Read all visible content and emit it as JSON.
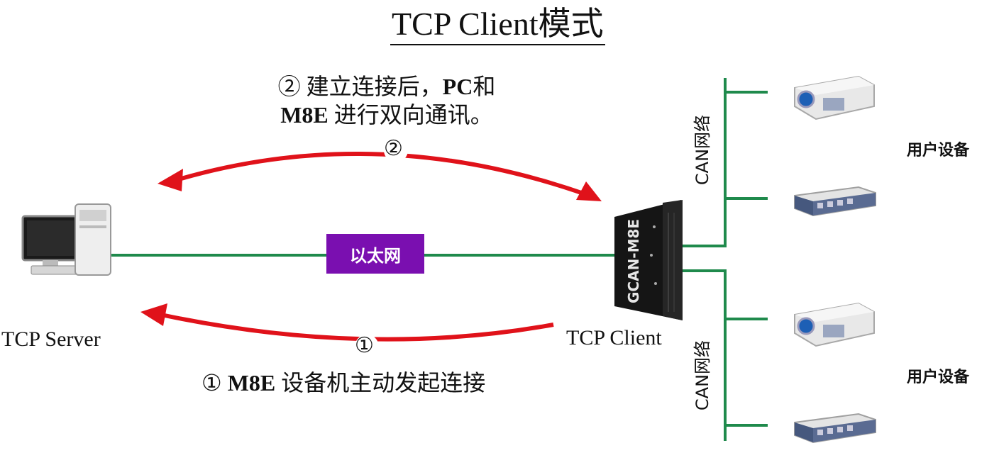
{
  "title": "TCP Client模式",
  "step2": {
    "marker": "②",
    "line1_prefix": "② 建立连接后，",
    "line1_bold": "PC",
    "line1_suffix": "和",
    "line2_bold": "M8E",
    "line2_suffix": " 进行双向通讯。"
  },
  "step1": {
    "marker": "①",
    "prefix": "① ",
    "bold": "M8E",
    "suffix": " 设备机主动发起连接"
  },
  "ethernet_label": "以太网",
  "server_label": "TCP Server",
  "client_label": "TCP Client",
  "device_label": "GCAN-M8E",
  "can_top_label": "CAN网络",
  "can_bottom_label": "CAN网络",
  "user_top_label": "用户设备",
  "user_bottom_label": "用户设备",
  "colors": {
    "arrow": "#e0121a",
    "network_line": "#1f8a4c",
    "ethernet_box": "#7a0fb0"
  }
}
